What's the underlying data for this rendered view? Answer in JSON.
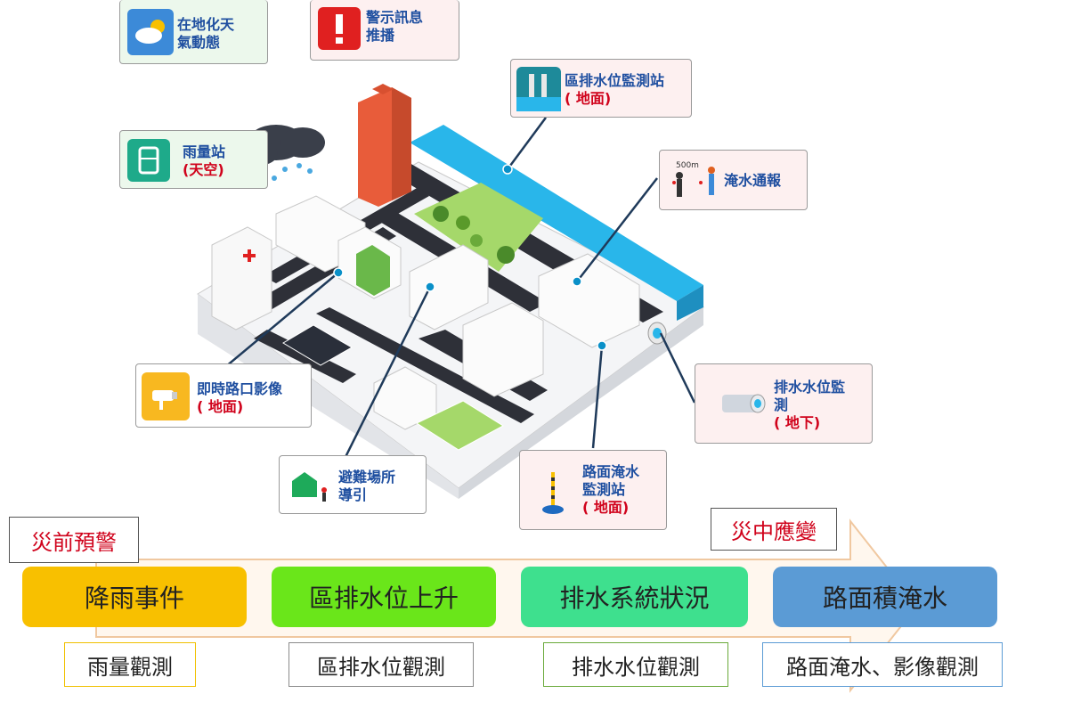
{
  "callouts": {
    "weather": {
      "line1": "在地化天",
      "line2": "氣動態",
      "icon": "weather-cloud-sun-icon"
    },
    "alert": {
      "line1": "警示訊息",
      "line2": "推播",
      "icon": "alert-exclamation-icon"
    },
    "district_water": {
      "line1": "區排水位監測站",
      "line2": "( 地面)",
      "icon": "water-level-station-icon"
    },
    "rain_gauge": {
      "line1": "雨量站",
      "line2": "(天空)",
      "icon": "rain-gauge-icon"
    },
    "flood_report": {
      "line1": "淹水通報",
      "tag": "500m",
      "icon": "flood-report-people-icon"
    },
    "cctv": {
      "line1": "即時路口影像",
      "line2": "( 地面)",
      "icon": "cctv-camera-icon"
    },
    "drain_level": {
      "line1": "排水水位監",
      "line2": "測",
      "line3": "( 地下)",
      "icon": "drain-pipe-icon"
    },
    "shelter": {
      "line1": "避難場所",
      "line2": "導引",
      "icon": "shelter-house-icon"
    },
    "road_flood": {
      "line1": "路面淹水",
      "line2": "監測站",
      "line3": "( 地面)",
      "icon": "road-flood-gauge-icon"
    }
  },
  "phases": {
    "before": "災前預警",
    "during": "災中應變"
  },
  "stages": [
    {
      "label": "降雨事件",
      "color": "#f8c000"
    },
    {
      "label": "區排水位上升",
      "color": "#6ae61a"
    },
    {
      "label": "排水系統狀況",
      "color": "#3ee08e"
    },
    {
      "label": "路面積淹水",
      "color": "#5b9bd5"
    }
  ],
  "observations": [
    {
      "label": "雨量觀測",
      "border": "#f0c000"
    },
    {
      "label": "區排水位觀測",
      "border": "#8a8a8a"
    },
    {
      "label": "排水水位觀測",
      "border": "#6aaa3a"
    },
    {
      "label": "路面淹水、影像觀測",
      "border": "#5b9bd5"
    }
  ]
}
